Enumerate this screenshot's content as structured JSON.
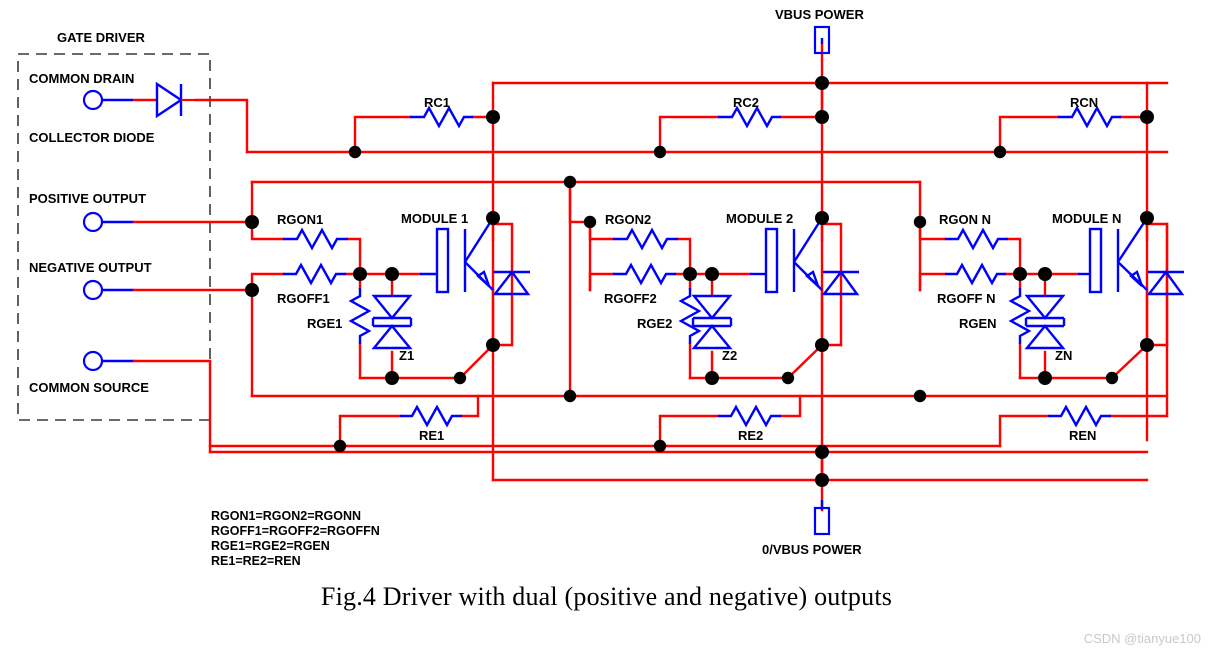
{
  "figure": {
    "caption": "Fig.4 Driver with dual (positive and negative) outputs",
    "watermark": "CSDN @tianyue100",
    "colors": {
      "wire": "#ff0000",
      "component": "#0000ff",
      "node": "#000000",
      "text": "#000000",
      "box_border": "#3a3a3a",
      "watermark": "#c9c9c9"
    }
  },
  "gate_driver": {
    "title": "GATE DRIVER",
    "terminals": [
      {
        "label": "COMMON DRAIN",
        "sub_label": "COLLECTOR DIODE",
        "symbol": "diode"
      },
      {
        "label": "POSITIVE OUTPUT",
        "sub_label": "",
        "symbol": "pin"
      },
      {
        "label": "NEGATIVE OUTPUT",
        "sub_label": "",
        "symbol": "pin"
      },
      {
        "label": "COMMON SOURCE",
        "sub_label": "",
        "symbol": "pin"
      }
    ]
  },
  "power_rails": {
    "top": {
      "label": "VBUS POWER",
      "symbol": "terminal-block"
    },
    "bottom": {
      "label": "0/VBUS POWER",
      "symbol": "terminal-block"
    }
  },
  "stages": [
    {
      "module_label": "MODULE 1",
      "rc_label": "RC1",
      "rgon_label": "RGON1",
      "rgoff_label": "RGOFF1",
      "rge_label": "RGE1",
      "zener_label": "Z1",
      "re_label": "RE1"
    },
    {
      "module_label": "MODULE 2",
      "rc_label": "RC2",
      "rgon_label": "RGON2",
      "rgoff_label": "RGOFF2",
      "rge_label": "RGE2",
      "zener_label": "Z2",
      "re_label": "RE2"
    },
    {
      "module_label": "MODULE N",
      "rc_label": "RCN",
      "rgon_label": "RGON N",
      "rgoff_label": "RGOFF N",
      "rge_label": "RGEN",
      "zener_label": "ZN",
      "re_label": "REN"
    }
  ],
  "notes": [
    "RGON1=RGON2=RGONN",
    "RGOFF1=RGOFF2=RGOFFN",
    "RGE1=RGE2=RGEN",
    "RE1=RE2=REN"
  ]
}
